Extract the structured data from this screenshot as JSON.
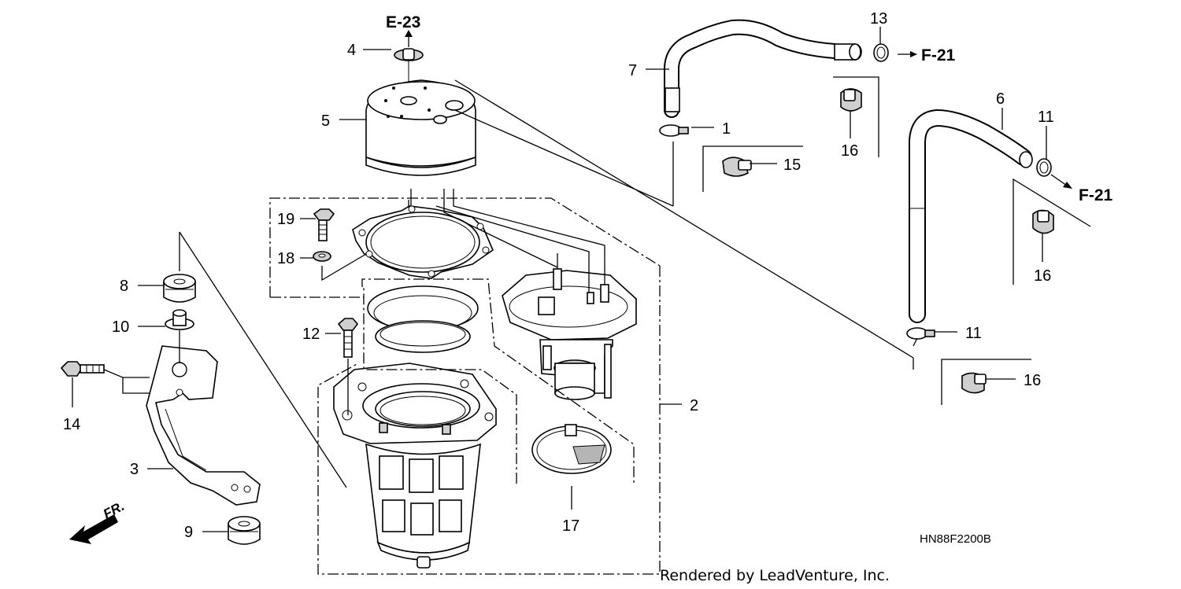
{
  "diagram": {
    "drawing_code": "HN88F2200B",
    "credit": "Rendered by LeadVenture, Inc.",
    "front_indicator": "FR.",
    "section_refs": {
      "e23": "E-23",
      "f21_upper": "F-21",
      "f21_lower": "F-21"
    },
    "callouts": {
      "c1": "1",
      "c2": "2",
      "c3": "3",
      "c4": "4",
      "c5": "5",
      "c6": "6",
      "c7": "7",
      "c8": "8",
      "c9": "9",
      "c10": "10",
      "c11a": "11",
      "c11b": "11",
      "c12": "12",
      "c13": "13",
      "c14": "14",
      "c15": "15",
      "c16a": "16",
      "c16b": "16",
      "c16c": "16",
      "c17": "17",
      "c18": "18",
      "c19": "19"
    }
  }
}
